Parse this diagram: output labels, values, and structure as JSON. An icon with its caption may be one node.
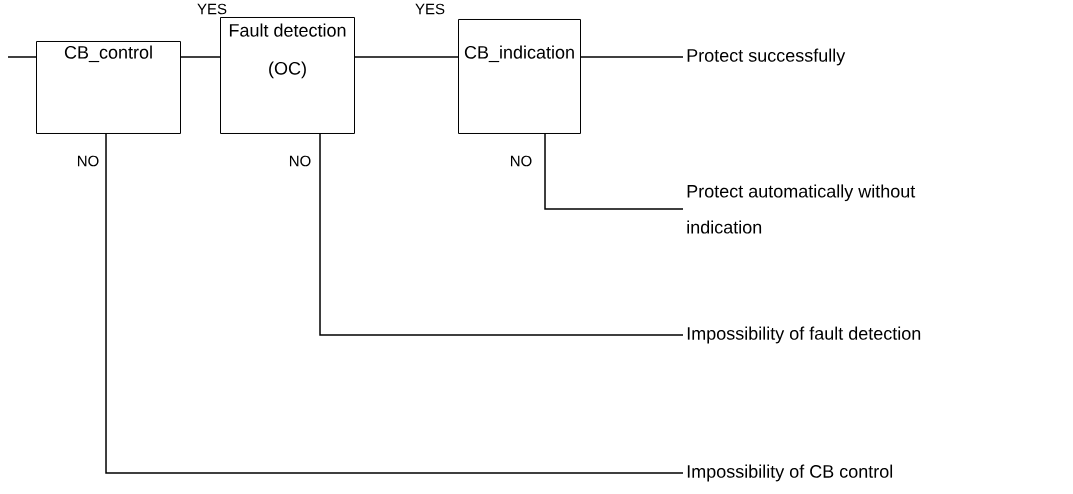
{
  "diagram": {
    "nodes": [
      {
        "text": [
          "CB_control"
        ]
      },
      {
        "text": [
          "Fault detection (OC)"
        ]
      },
      {
        "text": [
          "CB_indication"
        ]
      },
      {
        "text": [
          "Protect successfully"
        ]
      },
      {
        "text": [
          "Protect automatically without indication"
        ]
      },
      {
        "text": [
          "Impossibility of fault detection"
        ]
      },
      {
        "text": [
          "Impossibility of CB control"
        ]
      }
    ],
    "edges": [
      {
        "from": null,
        "to": 0,
        "arrow": "none"
      },
      {
        "from": 0,
        "to": 1,
        "arrow": "none",
        "label": "YES"
      },
      {
        "from": 1,
        "to": 2,
        "arrow": "none",
        "label": "YES"
      },
      {
        "from": 2,
        "to": 3,
        "arrow": "none"
      },
      {
        "from": 2,
        "to": 4,
        "arrow": "none",
        "label": "NO"
      },
      {
        "from": 1,
        "to": 5,
        "arrow": "none",
        "label": "NO"
      },
      {
        "from": 0,
        "to": 6,
        "arrow": "none",
        "label": "NO"
      }
    ]
  }
}
